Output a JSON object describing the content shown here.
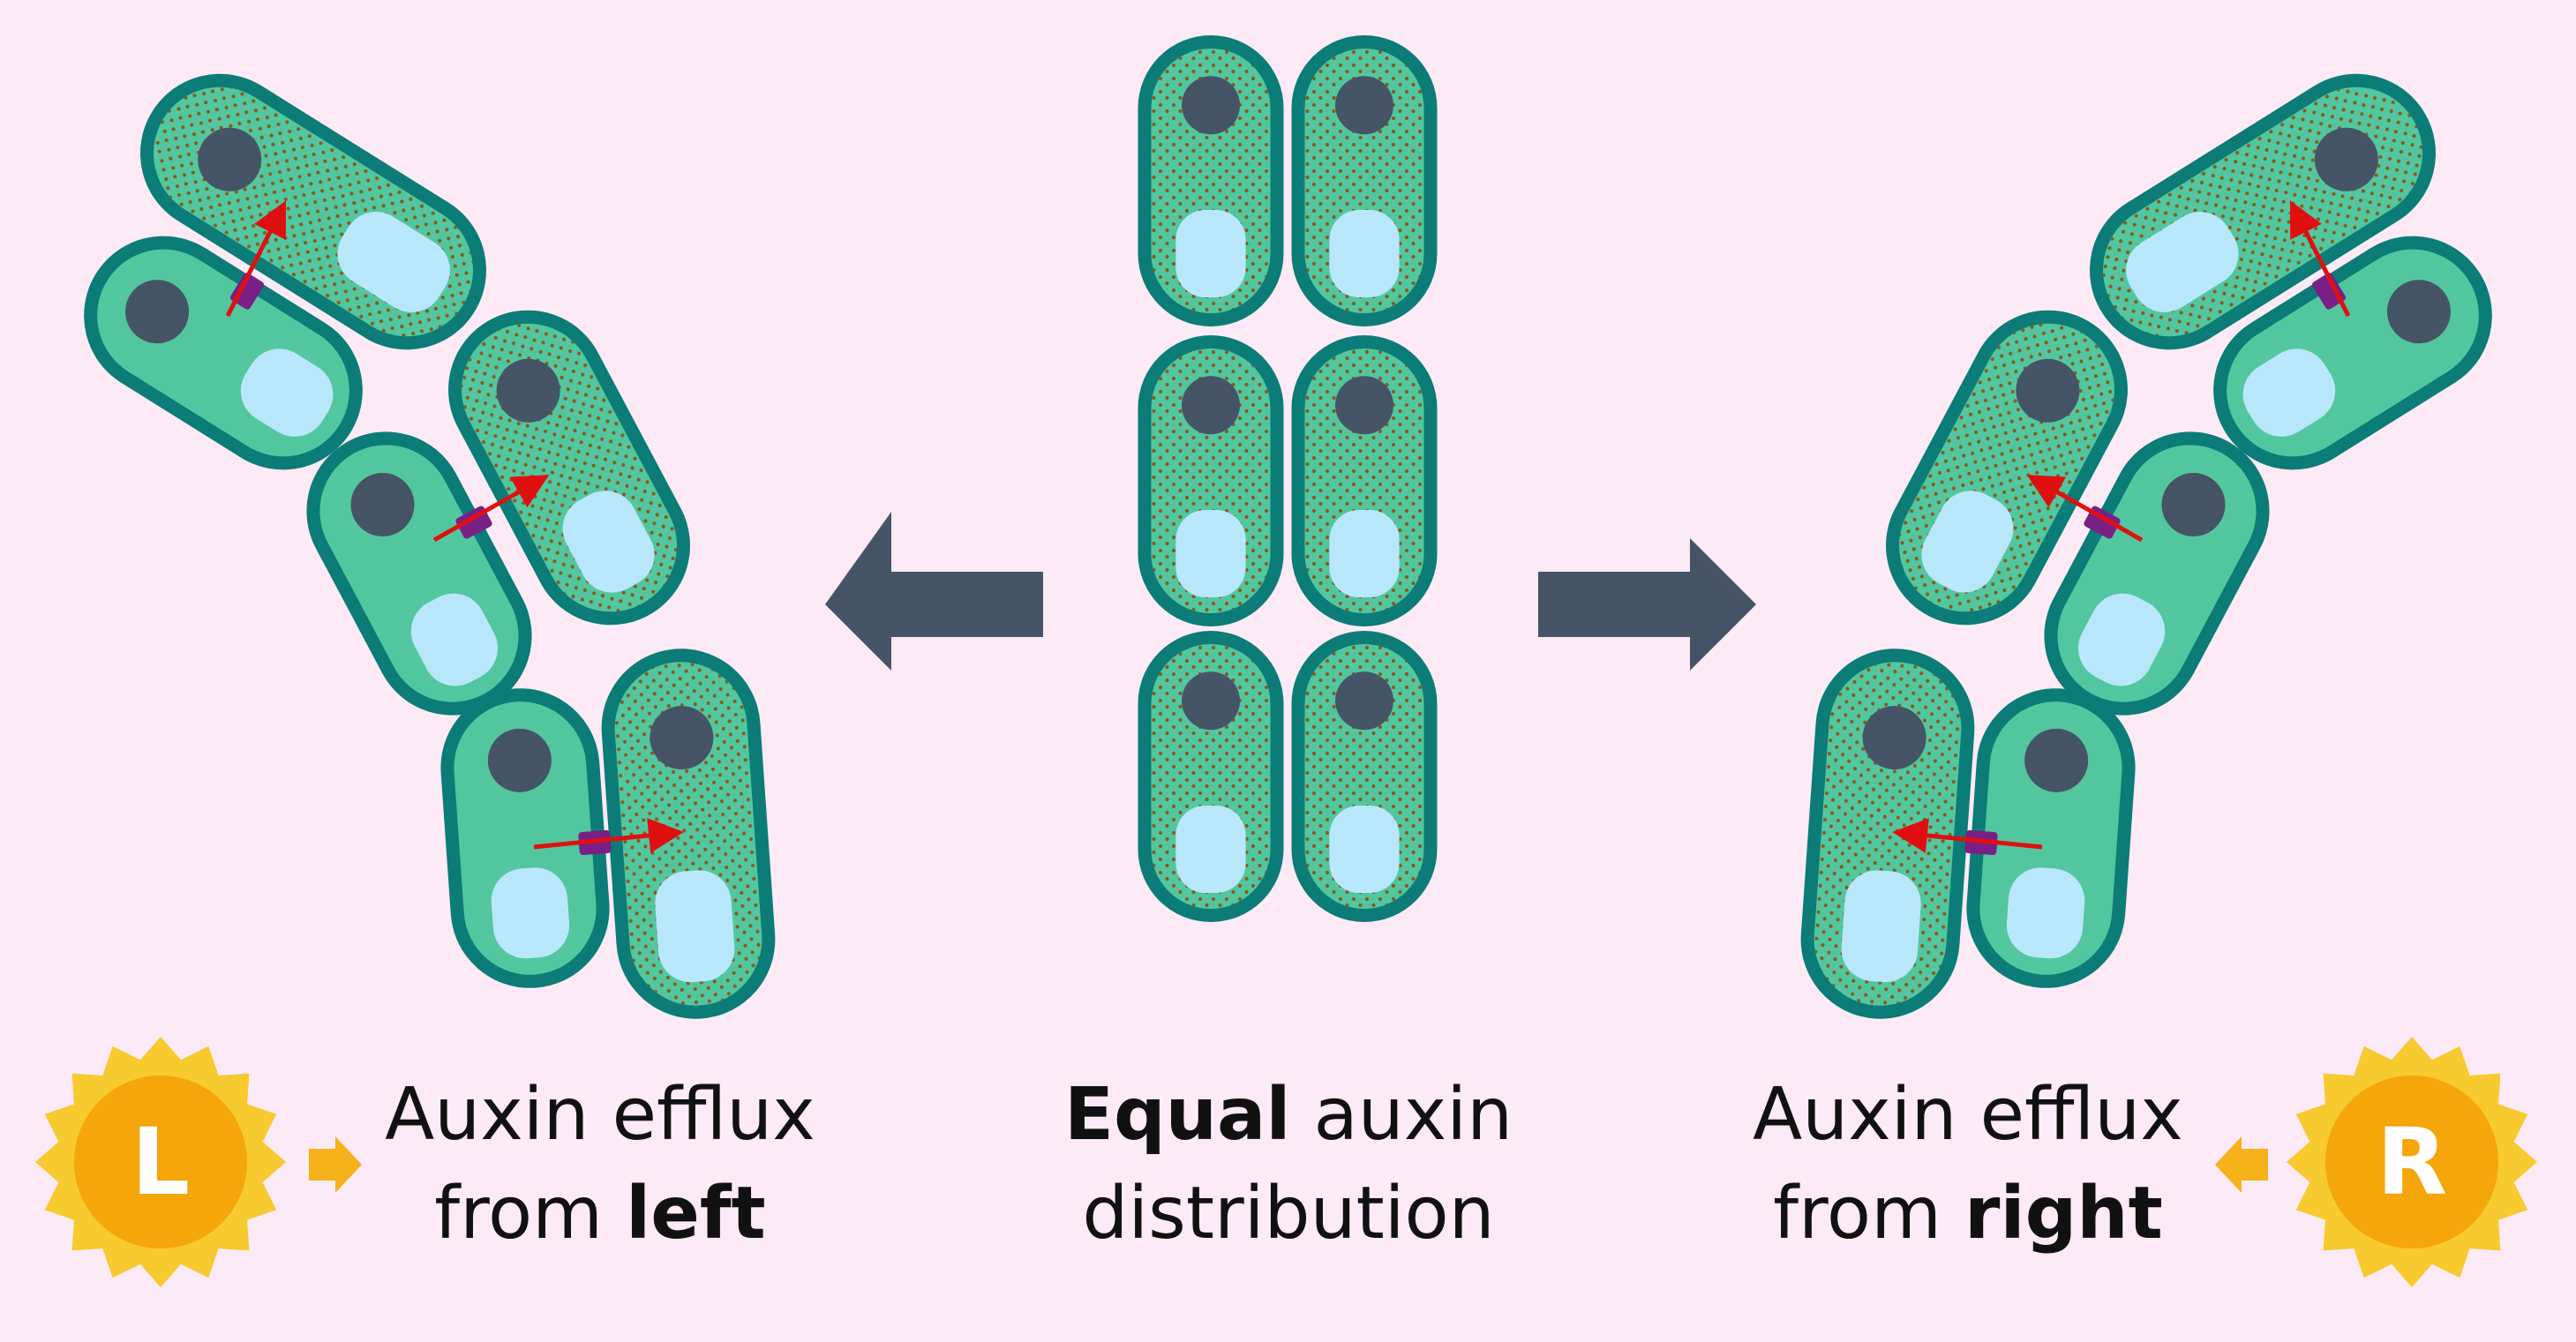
{
  "panels": {
    "left": {
      "line1": "Auxin efflux",
      "line2_prefix": "from ",
      "line2_bold": "left",
      "sun_letter": "L"
    },
    "center": {
      "line1_bold": "Equal",
      "line1_rest": " auxin",
      "line2": "distribution"
    },
    "right": {
      "line1": "Auxin efflux",
      "line2_prefix": "from ",
      "line2_bold": "right",
      "sun_letter": "R"
    }
  },
  "legend_icons": [
    "sun-icon",
    "small-arrow-icon",
    "large-arrow-icon",
    "auxin-transporter-icon",
    "auxin-flow-arrow-icon"
  ],
  "colors": {
    "background": "#fdeaf7",
    "cell_wall": "#0b7c77",
    "cytoplasm": "#52c79f",
    "nucleus": "#465467",
    "vacuole": "#b8e6fb",
    "auxin_dots": "#8a5a1e",
    "transporter": "#7a1f86",
    "auxin_arrow": "#e01010",
    "big_arrow": "#465467",
    "sun_rays": "#f7ca2f",
    "sun_core": "#f4a60a",
    "small_arrow": "#f5b21b"
  }
}
